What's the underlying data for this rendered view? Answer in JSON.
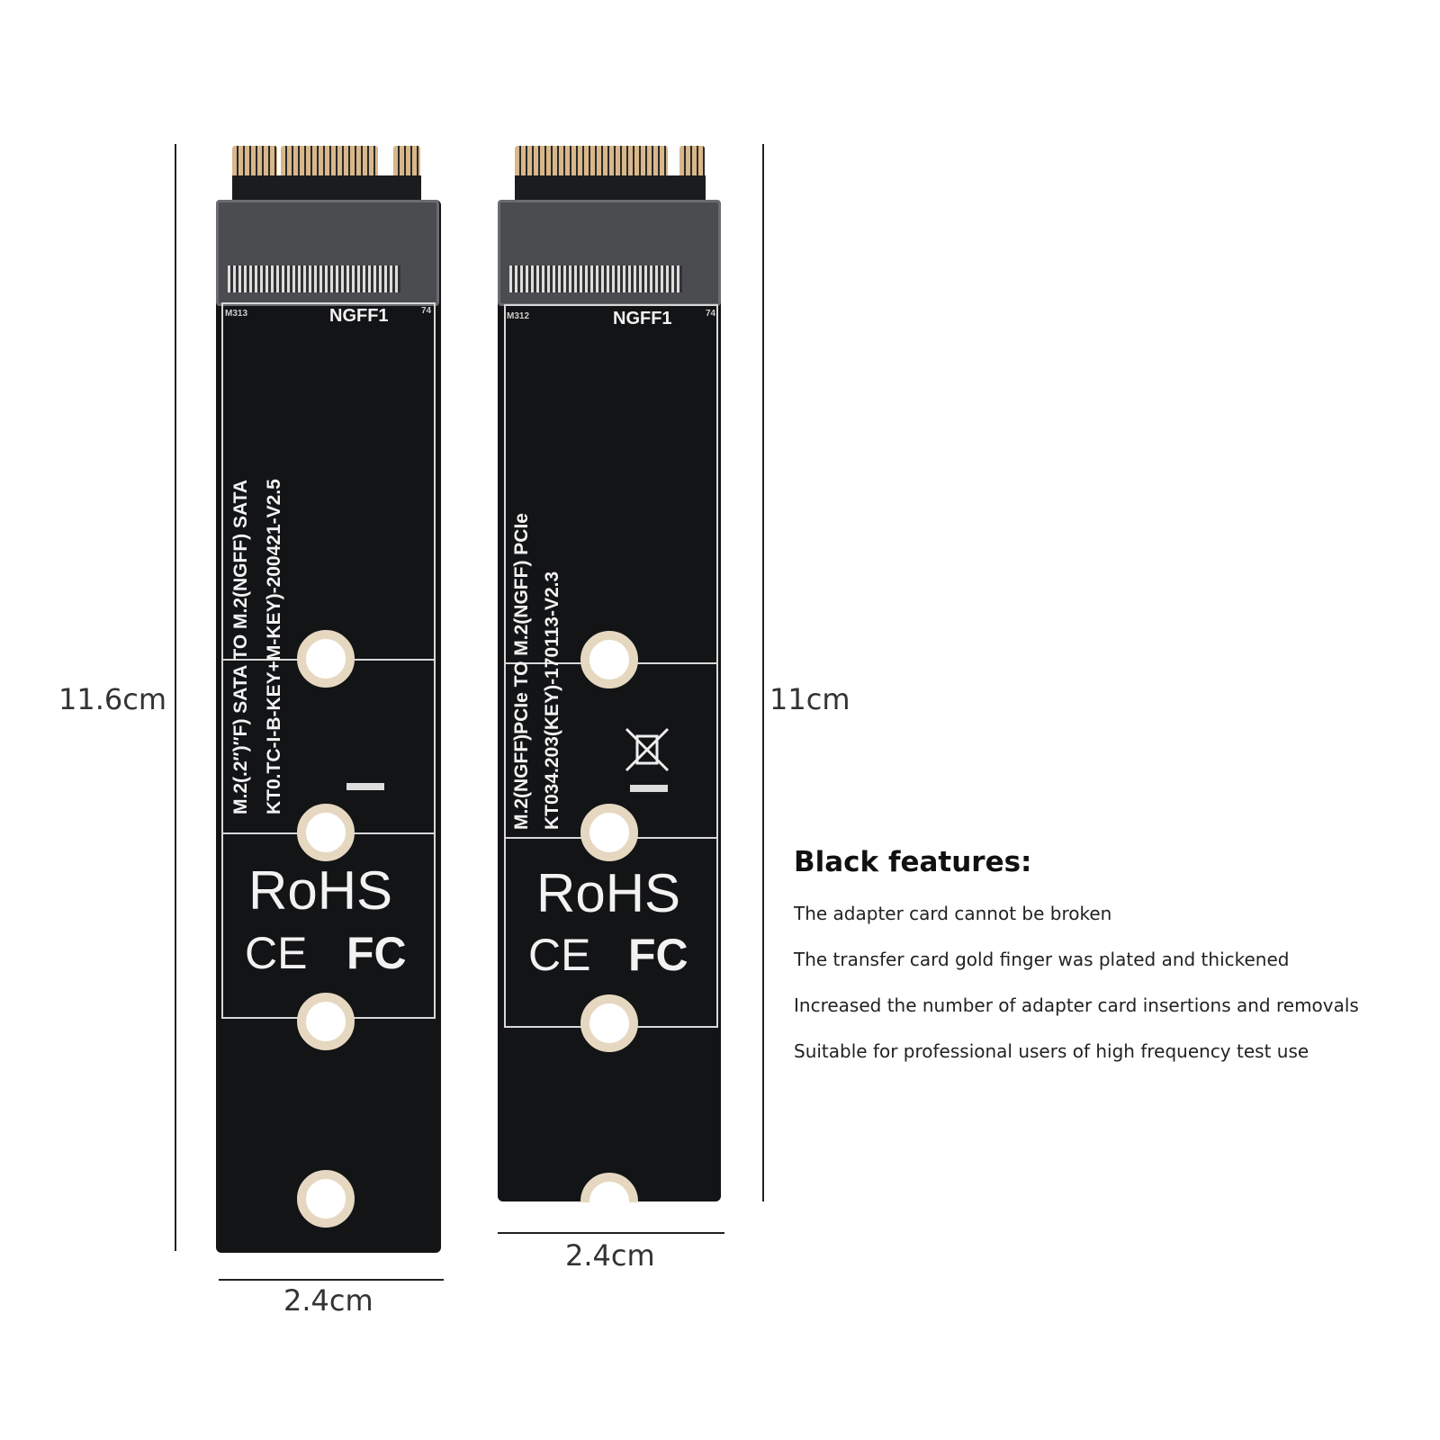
{
  "dimensions": {
    "left_height": "11.6cm",
    "right_height": "11cm",
    "left_width": "2.4cm",
    "right_width": "2.4cm"
  },
  "card_sata": {
    "header_code": "M313",
    "header_label": "NGFF1",
    "header_pin": "74",
    "line1": "M.2(.2″)″F) SATA TO M.2(NGFF) SATA",
    "line2": "KT0.TC-I-B-KEY+M-KEY)-200421-V2.5",
    "rohs": "RoHS",
    "ce": "CE",
    "fc": "FC"
  },
  "card_pcie": {
    "header_code": "M312",
    "header_label": "NGFF1",
    "header_pin": "74",
    "line1": "M.2(NGFF)PCIe TO M.2(NGFF) PCIe",
    "line2": "KT034.203(KEY)-170113-V2.3",
    "rohs": "RoHS",
    "ce": "CE",
    "fc": "FC"
  },
  "features": {
    "title": "Black features:",
    "items": [
      "The adapter card cannot be broken",
      "The transfer card gold finger was plated and thickened",
      "Increased the number of adapter card insertions and removals",
      "Suitable for professional users of high frequency test use"
    ]
  },
  "colors": {
    "board": "#131416",
    "gold": "#d8b78a",
    "hole_ring": "#e6d8c0"
  }
}
